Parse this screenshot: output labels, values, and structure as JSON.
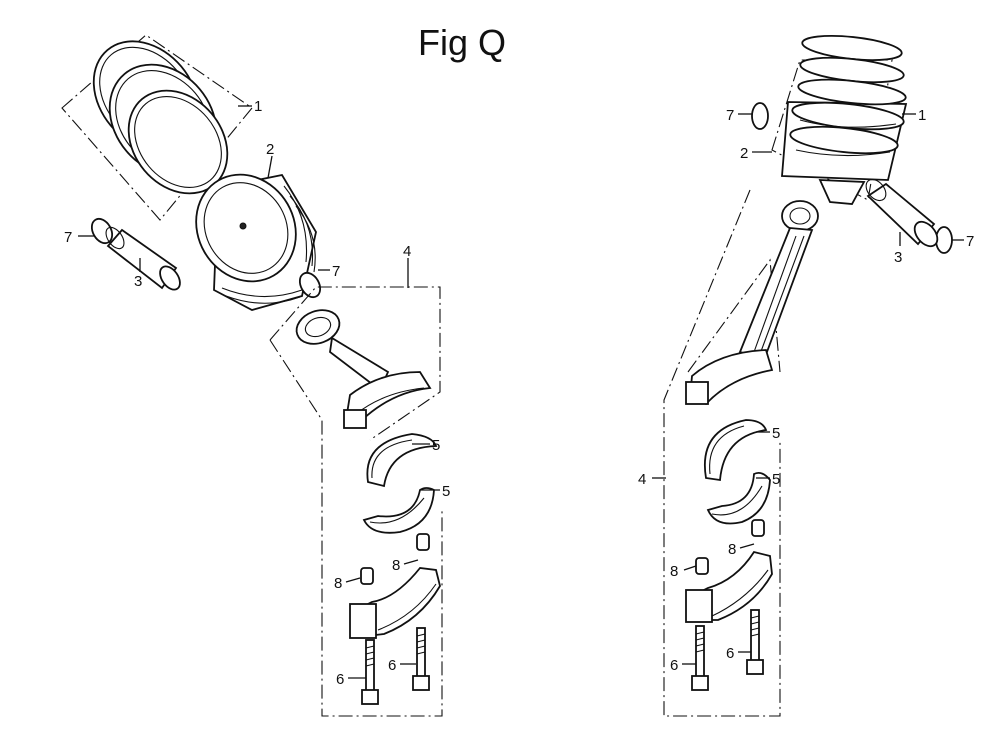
{
  "figure": {
    "title": "Fig Q"
  },
  "callouts": {
    "c1": "1",
    "c2": "2",
    "c3": "3",
    "c4": "4",
    "c5": "5",
    "c6": "6",
    "c7": "7",
    "c8": "8"
  }
}
